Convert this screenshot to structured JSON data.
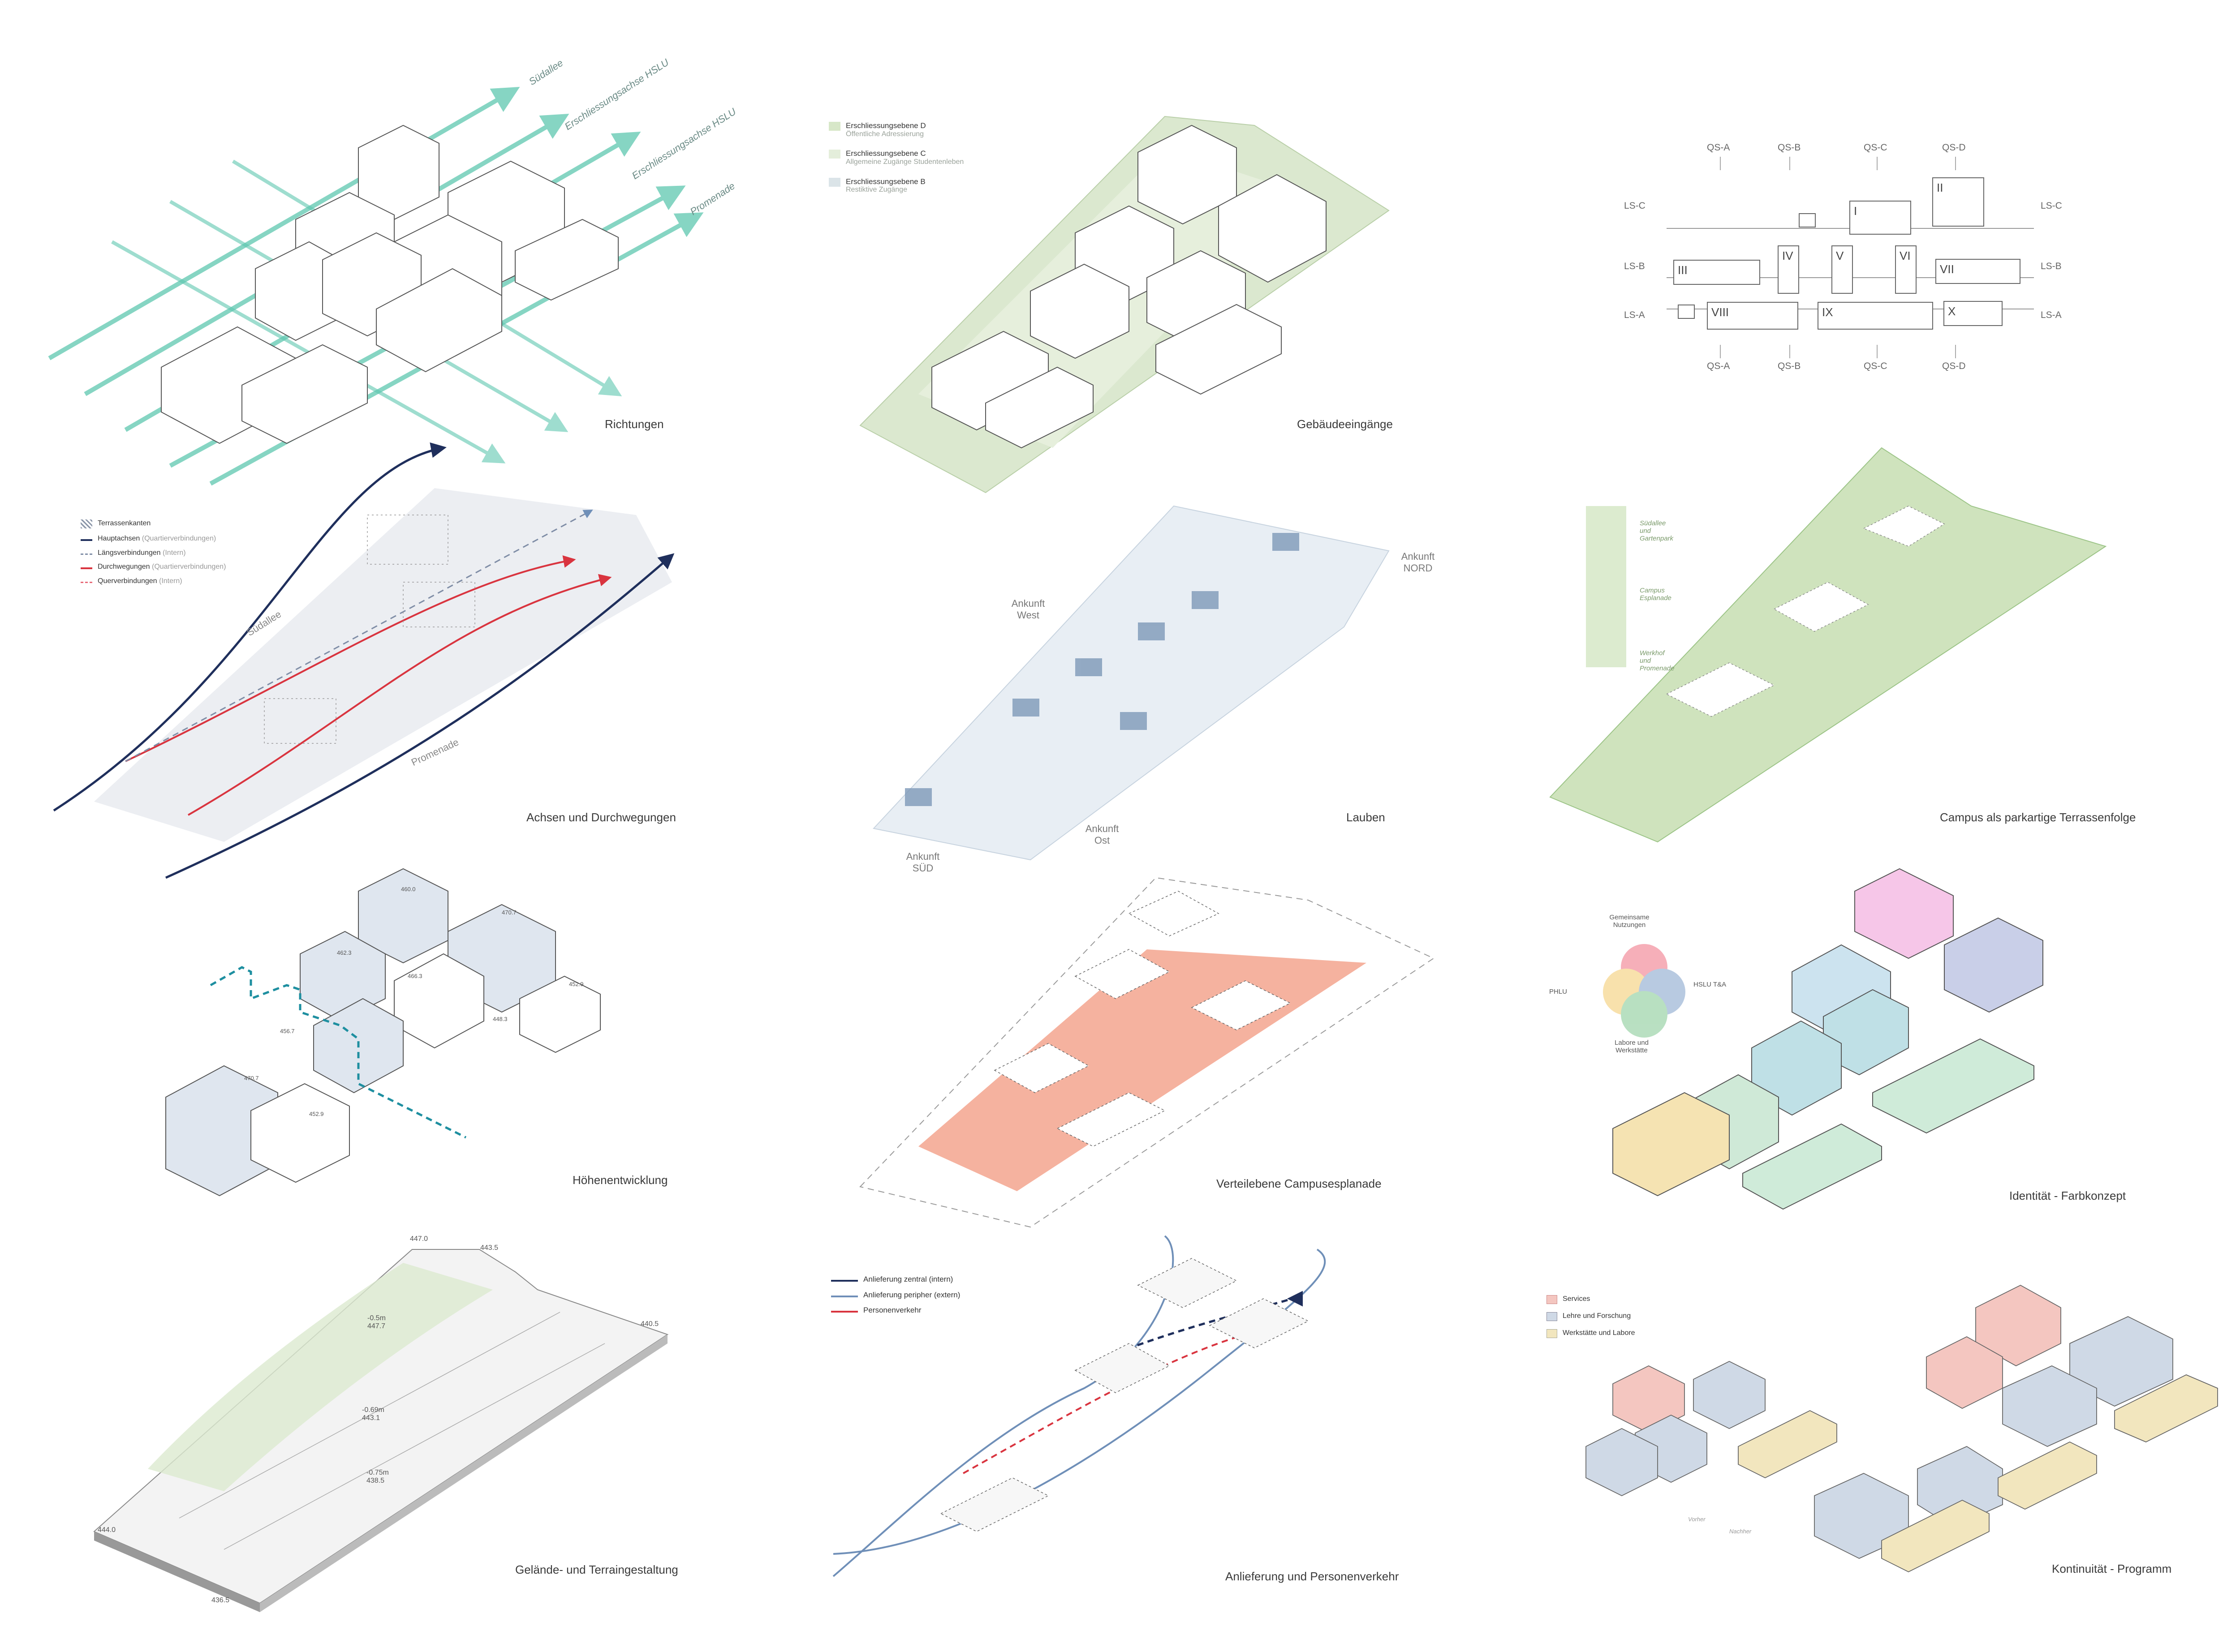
{
  "panels": [
    {
      "id": "richtungen",
      "caption": "Richtungen",
      "labels": [
        "Südallee",
        "Erschliessungsachse HSLU",
        "Erschliessungsachse HSLU",
        "Promenade"
      ]
    },
    {
      "id": "gebaeudeeingaenge",
      "caption": "Gebäudeeingänge",
      "legend": [
        {
          "title": "Erschliessungsebene D",
          "sub": "Öffentliche Adressierung"
        },
        {
          "title": "Erschliessungsebene C",
          "sub": "Allgemeine Zugänge Studentenleben"
        },
        {
          "title": "Erschliessungsebene B",
          "sub": "Restiktive Zugänge"
        }
      ]
    },
    {
      "id": "raster",
      "caption": "",
      "qs_top": [
        "QS-A",
        "QS-B",
        "QS-C",
        "QS-D"
      ],
      "qs_bottom": [
        "QS-A",
        "QS-B",
        "QS-C",
        "QS-D"
      ],
      "ls": [
        "LS-C",
        "LS-B",
        "LS-A"
      ],
      "zones": [
        "I",
        "II",
        "III",
        "IV",
        "V",
        "VI",
        "VII",
        "VIII",
        "IX",
        "X"
      ]
    },
    {
      "id": "achsen",
      "caption": "Achsen und Durchwegungen",
      "legend": [
        {
          "title": "Terrassenkanten",
          "sub": ""
        },
        {
          "title": "Hauptachsen",
          "sub": "(Quartierverbindungen)"
        },
        {
          "title": "Längsverbindungen",
          "sub": "(Intern)"
        },
        {
          "title": "Durchwegungen",
          "sub": "(Quartierverbindungen)"
        },
        {
          "title": "Querverbindungen",
          "sub": "(Intern)"
        }
      ],
      "labels": [
        "Südallee",
        "Promenade"
      ]
    },
    {
      "id": "lauben",
      "caption": "Lauben",
      "labels": [
        "Ankunft West",
        "Ankunft NORD",
        "Ankunft Ost",
        "Ankunft SÜD"
      ]
    },
    {
      "id": "campus",
      "caption": "Campus als parkartige Terrassenfolge",
      "legend": [
        "Südallee und Gartenpark",
        "Campus Esplanade",
        "Werkhof und Promenade"
      ]
    },
    {
      "id": "hoehen",
      "caption": "Höhenentwicklung",
      "heights": [
        "460.0",
        "470.7",
        "462.3",
        "466.3",
        "452.9",
        "448.3",
        "456.7",
        "470.7",
        "452.9"
      ]
    },
    {
      "id": "verteilebene",
      "caption": "Verteilebene Campusesplanade"
    },
    {
      "id": "identitaet",
      "caption": "Identität - Farbkonzept",
      "venn": [
        "Gemeinsame Nutzungen",
        "PHLU",
        "HSLU T&A",
        "Labore und Werkstätte"
      ]
    },
    {
      "id": "gelaende",
      "caption": "Gelände- und Terraingestaltung",
      "levels": [
        "447.0",
        "443.5",
        "440.5",
        "-0.5m 447.7",
        "-0.69m 443.1",
        "-0.75m 438.5",
        "444.0",
        "436.5"
      ]
    },
    {
      "id": "anlieferung",
      "caption": "Anlieferung und Personenverkehr",
      "legend": [
        "Anlieferung zentral (intern)",
        "Anlieferung peripher (extern)",
        "Personenverkehr"
      ]
    },
    {
      "id": "kontinuitaet",
      "caption": "Kontinuität - Programm",
      "legend": [
        "Services",
        "Lehre und Forschung",
        "Werkstätte und Labore"
      ],
      "labels": [
        "Vorher",
        "Nachher"
      ]
    }
  ],
  "colors": {
    "teal": "#5ec7b0",
    "navy": "#1f2f5c",
    "red": "#d9343f",
    "pinkred": "#e86a78",
    "green": "#8fc07a",
    "blue": "#8ea8c8",
    "orange": "#ef6b4f",
    "services": "#f4c6c0",
    "lehre": "#cfd9e6",
    "werk": "#f2e6be"
  }
}
